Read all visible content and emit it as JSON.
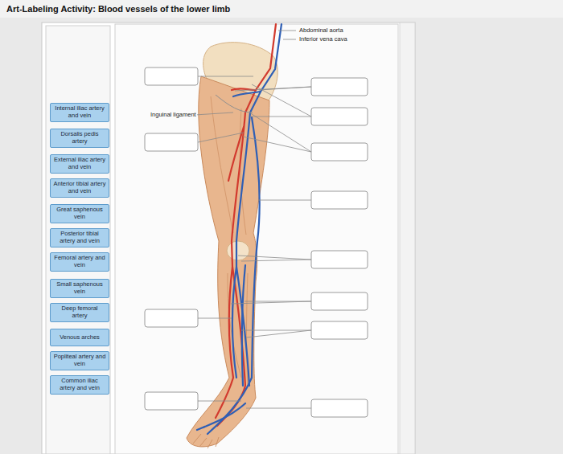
{
  "diagram": {
    "title": "Art-Labeling Activity: Blood vessels of the lower limb",
    "nodes": [
      {
        "text": [
          "Internal iliac artery and vein"
        ]
      },
      {
        "text": [
          "Dorsalis pedis artery"
        ]
      },
      {
        "text": [
          "External iliac artery and vein"
        ]
      },
      {
        "text": [
          "Anterior tibial artery and vein"
        ]
      },
      {
        "text": [
          "Great saphenous vein"
        ]
      },
      {
        "text": [
          "Posterior tibial artery and vein"
        ]
      },
      {
        "text": [
          "Femoral artery and vein"
        ]
      },
      {
        "text": [
          "Small saphenous vein"
        ]
      },
      {
        "text": [
          "Deep femoral artery"
        ]
      },
      {
        "text": [
          "Venous arches"
        ]
      },
      {
        "text": [
          "Popliteal artery and vein"
        ]
      },
      {
        "text": [
          "Common iliac artery and vein"
        ]
      }
    ],
    "labels": [
      "Abdominal aorta",
      "Inferior vena cava",
      "Inguinal ligament"
    ]
  }
}
